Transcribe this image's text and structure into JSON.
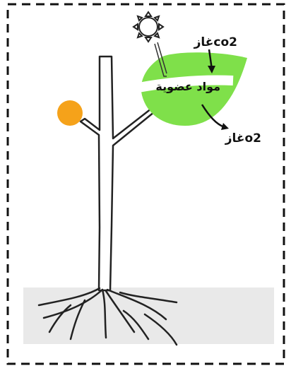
{
  "labels": {
    "co2": "غازco2",
    "organic": "مواد عضوية",
    "o2": "غازo2"
  },
  "icons": {
    "sun": "sun-icon",
    "fruit": "fruit-icon"
  },
  "colors": {
    "leaf": "#7fe04a",
    "fruit": "#f5a21a",
    "border": "#111111",
    "ground": "#e9e9e9"
  }
}
